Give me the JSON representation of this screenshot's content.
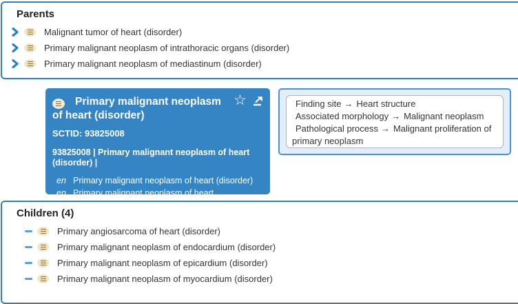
{
  "colors": {
    "panel_border": "#2e7fc0",
    "card_background": "#3585c5",
    "relationship_box_background": "#e2eefa",
    "relationship_box_border": "#4a91ce",
    "concept_icon_background": "#f1e6c3",
    "concept_icon_lines": "#8a6d3b",
    "expander_blue": "#2b80c4",
    "minus_blue": "#55a0d8",
    "text": "#333333"
  },
  "parents": {
    "title": "Parents",
    "items": [
      "Malignant tumor of heart (disorder)",
      "Primary malignant neoplasm of intrathoracic organs (disorder)",
      "Primary malignant neoplasm of mediastinum (disorder)"
    ]
  },
  "concept_card": {
    "title": "Primary malignant neoplasm of heart (disorder)",
    "sctid": "SCTID: 93825008",
    "fsn": "93825008 | Primary malignant neoplasm of heart (disorder) |",
    "star_icon": "☆",
    "descriptions": [
      {
        "lang": "en",
        "term": "Primary malignant neoplasm of heart (disorder)"
      },
      {
        "lang": "en",
        "term": "Primary malignant neoplasm of heart"
      }
    ]
  },
  "relationships": [
    {
      "attribute": "Finding site",
      "arrow": "→",
      "target": "Heart structure"
    },
    {
      "attribute": "Associated morphology",
      "arrow": "→",
      "target": "Malignant neoplasm"
    },
    {
      "attribute": "Pathological process",
      "arrow": "→",
      "target": "Malignant proliferation of primary neoplasm"
    }
  ],
  "children": {
    "title": "Children (4)",
    "items": [
      "Primary angiosarcoma of heart (disorder)",
      "Primary malignant neoplasm of endocardium (disorder)",
      "Primary malignant neoplasm of epicardium (disorder)",
      "Primary malignant neoplasm of myocardium (disorder)"
    ]
  }
}
